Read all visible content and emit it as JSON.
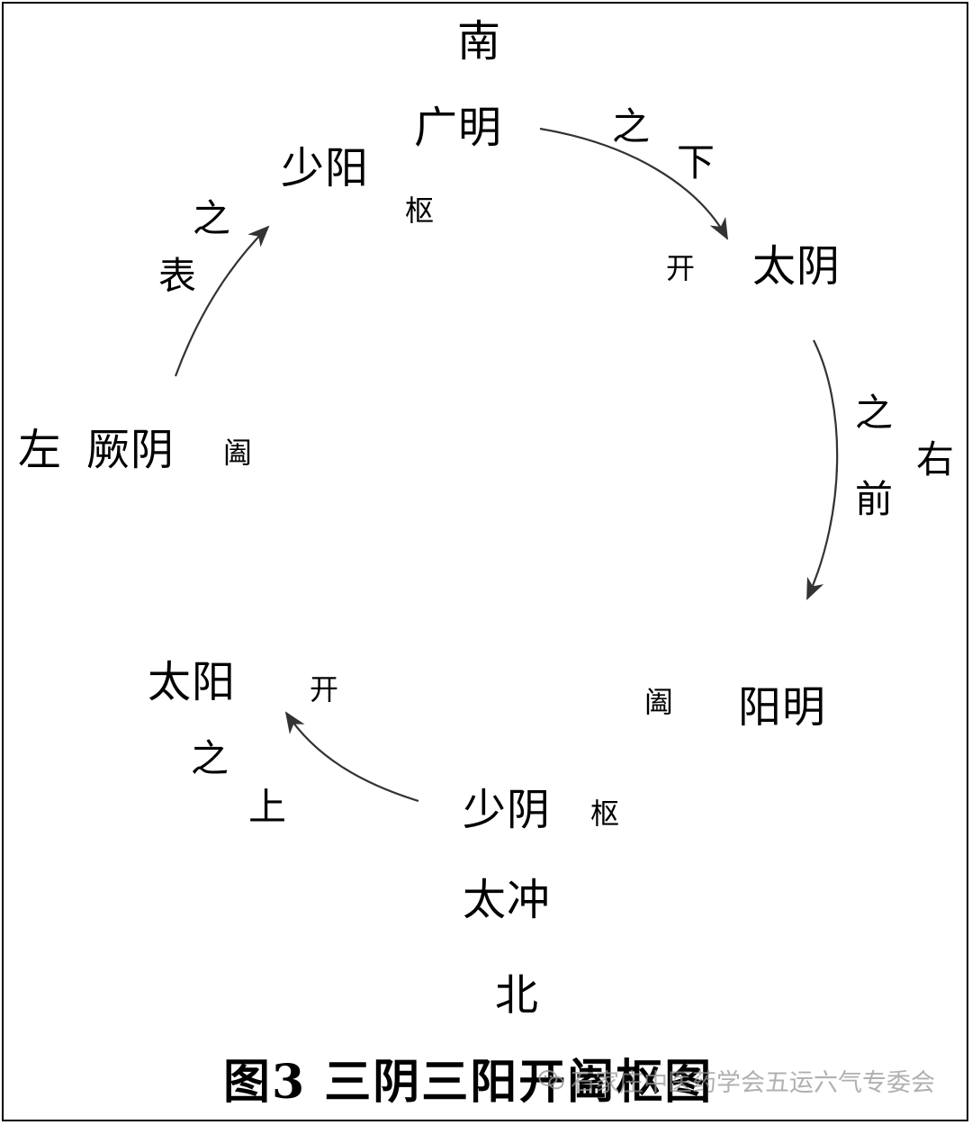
{
  "directions": {
    "south": "南",
    "north": "北",
    "left": "左",
    "right": "右"
  },
  "nodes": {
    "guangming": "广明",
    "shaoyang": "少阳",
    "shaoyang_role": "枢",
    "taiyin": "太阴",
    "taiyin_role": "开",
    "jueyin": "厥阴",
    "jueyin_role": "阖",
    "yangming": "阳明",
    "yangming_role": "阖",
    "taiyang": "太阳",
    "taiyang_role": "开",
    "shaoyin": "少阴",
    "shaoyin_role": "枢",
    "taichong": "太冲"
  },
  "relations": {
    "zhixia": [
      "之",
      "下"
    ],
    "zhiqian": [
      "之",
      "前"
    ],
    "zhishang": [
      "之",
      "上"
    ],
    "zhibiao": [
      "之",
      "表"
    ]
  },
  "caption": "图3 三阴三阳开阖枢图",
  "watermark": "石家庄中医药学会五运六气专委会",
  "colors": {
    "arrow": "#333333",
    "text": "#000000",
    "watermark": "#969696"
  }
}
